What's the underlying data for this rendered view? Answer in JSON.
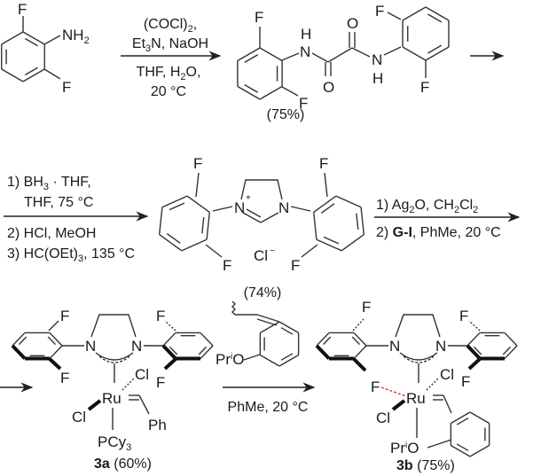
{
  "atoms": {
    "F": "F",
    "N": "N",
    "H": "H",
    "O": "O",
    "NH": "NH",
    "two": "2",
    "Cl": "Cl",
    "Ru": "Ru",
    "Ph": "Ph",
    "PCy": "PCy",
    "three": "3",
    "Pr": "Pr",
    "i": "i",
    "plus": "+",
    "minus": "−"
  },
  "step1": {
    "l1a": "(COCl)",
    "l1b": "2",
    "l1c": ",",
    "l2a": "Et",
    "l2b": "3",
    "l2c": "N, NaOH",
    "l3a": "THF, H",
    "l3b": "2",
    "l3c": "O,",
    "l4": "20 °C"
  },
  "product1": {
    "yield": "(75%)"
  },
  "step2": {
    "l1a": "1) BH",
    "l1b": "3",
    "l1c": " · THF,",
    "l2": "THF, 75 °C",
    "l3": "2) HCl, MeOH",
    "l4a": "3) HC(OEt)",
    "l4b": "3",
    "l4c": ", 135 °C"
  },
  "product2": {
    "yield": "(74%)"
  },
  "step3": {
    "l1a": "1) Ag",
    "l1b": "2",
    "l1c": "O, CH",
    "l1d": "2",
    "l1e": "Cl",
    "l1f": "2",
    "l2a": "2) ",
    "l2b": "G-I",
    "l2c": ", PhMe, 20 °C"
  },
  "product3a": {
    "id": "3a",
    "yield": " (60%)"
  },
  "step4": {
    "conditions": "PhMe, 20 °C"
  },
  "product3b": {
    "id": "3b",
    "yield": " (75%)"
  },
  "colors": {
    "interaction": "#e03030"
  }
}
